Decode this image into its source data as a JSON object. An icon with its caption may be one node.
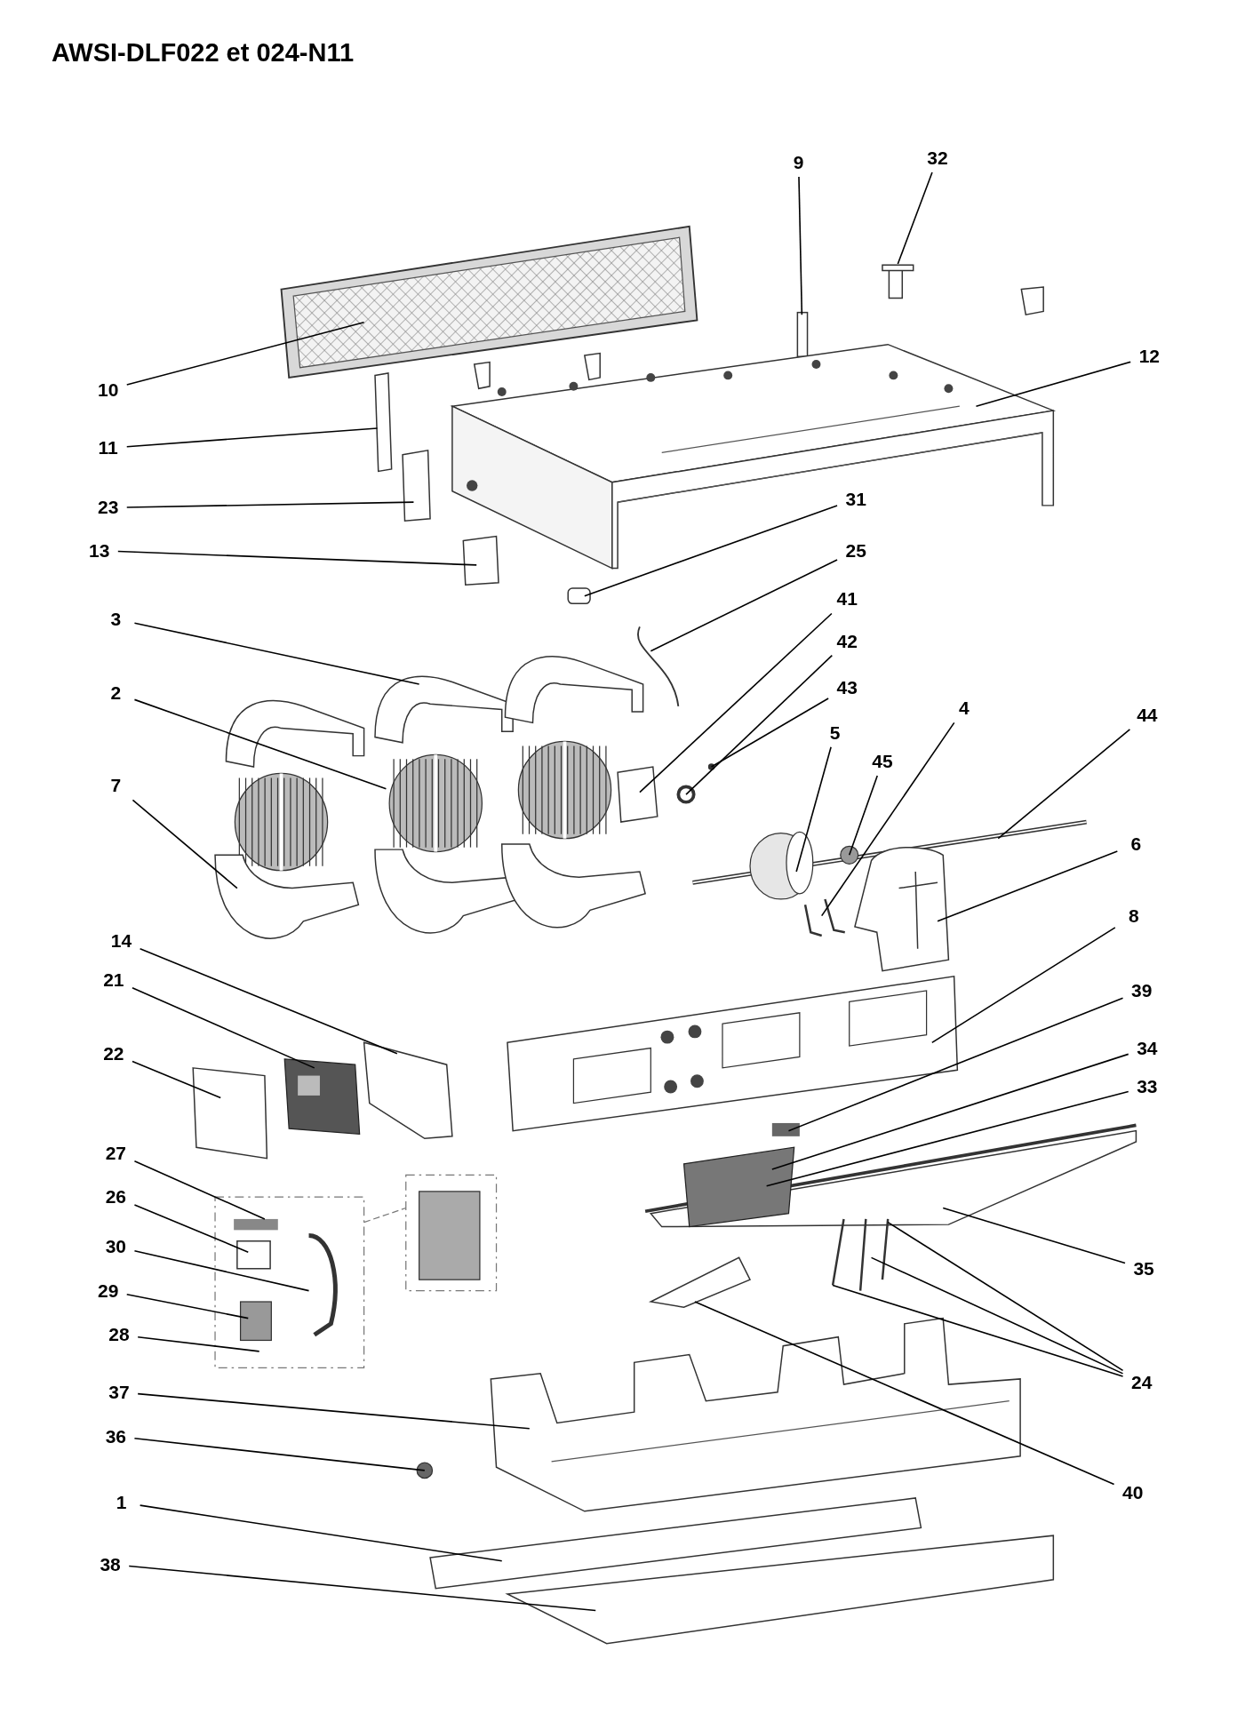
{
  "diagram": {
    "title": "AWSI-DLF022 et 024-N11",
    "nodes": [
      {
        "text": [
          "9"
        ]
      },
      {
        "text": [
          "32"
        ]
      },
      {
        "text": [
          "10"
        ]
      },
      {
        "text": [
          "12"
        ]
      },
      {
        "text": [
          "11"
        ]
      },
      {
        "text": [
          "23"
        ]
      },
      {
        "text": [
          "31"
        ]
      },
      {
        "text": [
          "13"
        ]
      },
      {
        "text": [
          "25"
        ]
      },
      {
        "text": [
          "41"
        ]
      },
      {
        "text": [
          "3"
        ]
      },
      {
        "text": [
          "42"
        ]
      },
      {
        "text": [
          "43"
        ]
      },
      {
        "text": [
          "2"
        ]
      },
      {
        "text": [
          "4"
        ]
      },
      {
        "text": [
          "44"
        ]
      },
      {
        "text": [
          "5"
        ]
      },
      {
        "text": [
          "45"
        ]
      },
      {
        "text": [
          "7"
        ]
      },
      {
        "text": [
          "6"
        ]
      },
      {
        "text": [
          "8"
        ]
      },
      {
        "text": [
          "14"
        ]
      },
      {
        "text": [
          "21"
        ]
      },
      {
        "text": [
          "39"
        ]
      },
      {
        "text": [
          "34"
        ]
      },
      {
        "text": [
          "22"
        ]
      },
      {
        "text": [
          "33"
        ]
      },
      {
        "text": [
          "27"
        ]
      },
      {
        "text": [
          "26"
        ]
      },
      {
        "text": [
          "30"
        ]
      },
      {
        "text": [
          "35"
        ]
      },
      {
        "text": [
          "29"
        ]
      },
      {
        "text": [
          "28"
        ]
      },
      {
        "text": [
          "24"
        ]
      },
      {
        "text": [
          "37"
        ]
      },
      {
        "text": [
          "36"
        ]
      },
      {
        "text": [
          "40"
        ]
      },
      {
        "text": [
          "1"
        ]
      },
      {
        "text": [
          "38"
        ]
      }
    ],
    "edges": [
      {
        "from": 0,
        "to": null,
        "arrow": "none"
      },
      {
        "from": 1,
        "to": null,
        "arrow": "none"
      },
      {
        "from": 2,
        "to": null,
        "arrow": "none"
      },
      {
        "from": 3,
        "to": null,
        "arrow": "none"
      },
      {
        "from": 4,
        "to": null,
        "arrow": "none"
      },
      {
        "from": 5,
        "to": null,
        "arrow": "none"
      },
      {
        "from": 6,
        "to": null,
        "arrow": "none"
      },
      {
        "from": 7,
        "to": null,
        "arrow": "none"
      },
      {
        "from": 8,
        "to": null,
        "arrow": "none"
      },
      {
        "from": 9,
        "to": null,
        "arrow": "none"
      },
      {
        "from": 10,
        "to": null,
        "arrow": "none"
      },
      {
        "from": 11,
        "to": null,
        "arrow": "none"
      },
      {
        "from": 12,
        "to": null,
        "arrow": "none"
      },
      {
        "from": 13,
        "to": null,
        "arrow": "none"
      },
      {
        "from": 14,
        "to": null,
        "arrow": "none"
      },
      {
        "from": 15,
        "to": null,
        "arrow": "none"
      },
      {
        "from": 16,
        "to": null,
        "arrow": "none"
      },
      {
        "from": 17,
        "to": null,
        "arrow": "none"
      },
      {
        "from": 18,
        "to": null,
        "arrow": "none"
      },
      {
        "from": 19,
        "to": null,
        "arrow": "none"
      },
      {
        "from": 20,
        "to": null,
        "arrow": "none"
      },
      {
        "from": 21,
        "to": null,
        "arrow": "none"
      },
      {
        "from": 22,
        "to": null,
        "arrow": "none"
      },
      {
        "from": 23,
        "to": null,
        "arrow": "none"
      },
      {
        "from": 24,
        "to": null,
        "arrow": "none"
      },
      {
        "from": 25,
        "to": null,
        "arrow": "none"
      },
      {
        "from": 26,
        "to": null,
        "arrow": "none"
      },
      {
        "from": 27,
        "to": null,
        "arrow": "none"
      },
      {
        "from": 28,
        "to": null,
        "arrow": "none"
      },
      {
        "from": 29,
        "to": null,
        "arrow": "none"
      },
      {
        "from": 30,
        "to": null,
        "arrow": "none"
      },
      {
        "from": 31,
        "to": null,
        "arrow": "none"
      },
      {
        "from": 32,
        "to": null,
        "arrow": "none"
      },
      {
        "from": 33,
        "to": null,
        "arrow": "none"
      },
      {
        "from": 33,
        "to": null,
        "arrow": "none"
      },
      {
        "from": 33,
        "to": null,
        "arrow": "none"
      },
      {
        "from": 34,
        "to": null,
        "arrow": "none"
      },
      {
        "from": 35,
        "to": null,
        "arrow": "none"
      },
      {
        "from": 36,
        "to": null,
        "arrow": "none"
      },
      {
        "from": 37,
        "to": null,
        "arrow": "none"
      },
      {
        "from": 38,
        "to": null,
        "arrow": "none"
      }
    ]
  }
}
